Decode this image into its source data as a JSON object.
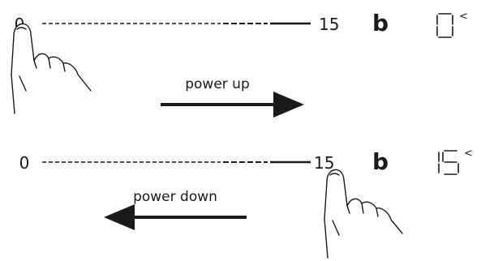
{
  "rows": [
    {
      "id": "power-up-row",
      "scale_start": "0",
      "scale_end": "15",
      "burner_symbol": "b",
      "display_value": "0",
      "display_marker": "<",
      "direction_label": "power up",
      "arrow_direction": "right",
      "finger_position": "scale-start"
    },
    {
      "id": "power-down-row",
      "scale_start": "0",
      "scale_end": "15",
      "burner_symbol": "b",
      "display_value": "15",
      "display_marker": "<",
      "direction_label": "power down",
      "arrow_direction": "left",
      "finger_position": "scale-end"
    }
  ],
  "colors": {
    "ink": "#1a1a1a",
    "background": "#ffffff"
  },
  "icons": [
    "pointing-finger-icon",
    "right-arrow-icon",
    "left-arrow-icon",
    "seven-segment-display-icon"
  ]
}
